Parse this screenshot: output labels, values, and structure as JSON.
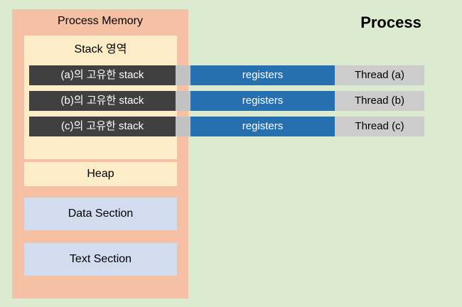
{
  "diagram": {
    "title": "Process",
    "background_color": "#dcebd0"
  },
  "process_memory": {
    "label": "Process Memory",
    "box_color": "#f5c0a3"
  },
  "stack_area": {
    "label": "Stack 영역",
    "box_color": "#fdecc8",
    "rows": [
      {
        "stack_label": "(a)의 고유한 stack",
        "registers_label": "registers",
        "thread_label": "Thread (a)",
        "stack_color": "#404040",
        "connector_color": "#c2c2c2",
        "registers_color": "#2770b0",
        "thread_color": "#cccccc"
      },
      {
        "stack_label": "(b)의 고유한 stack",
        "registers_label": "registers",
        "thread_label": "Thread (b)",
        "stack_color": "#404040",
        "connector_color": "#c2c2c2",
        "registers_color": "#2770b0",
        "thread_color": "#cccccc"
      },
      {
        "stack_label": "(c)의 고유한 stack",
        "registers_label": "registers",
        "thread_label": "Thread (c)",
        "stack_color": "#404040",
        "connector_color": "#c2c2c2",
        "registers_color": "#2770b0",
        "thread_color": "#cccccc"
      }
    ]
  },
  "heap": {
    "label": "Heap",
    "box_color": "#fdecc8"
  },
  "sections": [
    {
      "label": "Data Section",
      "box_color": "#d3dcef"
    },
    {
      "label": "Text Section",
      "box_color": "#d3dcef"
    }
  ]
}
